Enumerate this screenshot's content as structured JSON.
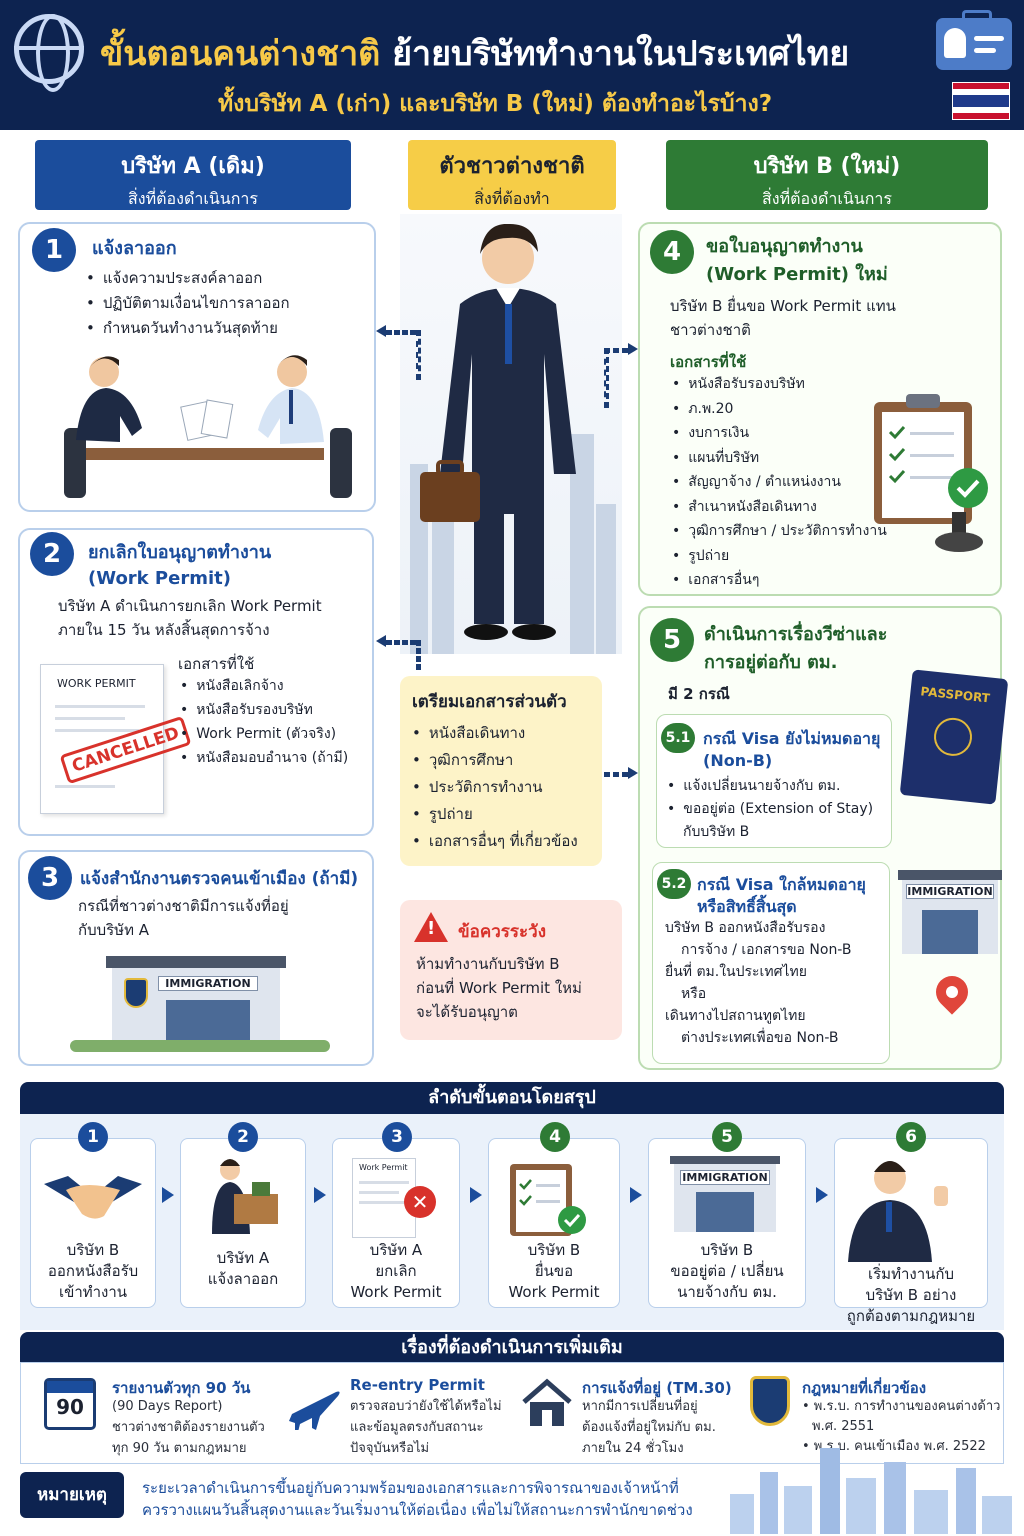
{
  "header": {
    "title_part1": "ขั้นตอนคนต่างชาติ",
    "title_part2": "ย้ายบริษัททำงานในประเทศไทย",
    "subtitle": "ทั้งบริษัท A (เก่า) และบริษัท B (ใหม่) ต้องทำอะไรบ้าง?",
    "colors": {
      "navy": "#0d2350",
      "yellow": "#f7c948",
      "blue": "#1b4d9c",
      "green": "#2e7b35"
    }
  },
  "columns": {
    "a": {
      "title": "บริษัท A (เดิม)",
      "subtitle": "สิ่งที่ต้องดำเนินการ"
    },
    "center": {
      "title": "ตัวชาวต่างชาติ",
      "subtitle": "สิ่งที่ต้องทำ"
    },
    "b": {
      "title": "บริษัท B (ใหม่)",
      "subtitle": "สิ่งที่ต้องดำเนินการ"
    }
  },
  "step1": {
    "num": "1",
    "title": "แจ้งลาออก",
    "items": [
      "แจ้งความประสงค์ลาออก",
      "ปฏิบัติตามเงื่อนไขการลาออก",
      "กำหนดวันทำงานวันสุดท้าย"
    ]
  },
  "step2": {
    "num": "2",
    "title_line1": "ยกเลิกใบอนุญาตทำงาน",
    "title_line2": "(Work Permit)",
    "desc_line1": "บริษัท A ดำเนินการยกเลิก Work Permit",
    "desc_line2": "ภายใน 15 วัน หลังสิ้นสุดการจ้าง",
    "docs_title": "เอกสารที่ใช้",
    "docs": [
      "หนังสือเลิกจ้าง",
      "หนังสือรับรองบริษัท",
      "Work Permit (ตัวจริง)",
      "หนังสือมอบอำนาจ (ถ้ามี)"
    ],
    "doc_label": "WORK PERMIT",
    "stamp": "CANCELLED"
  },
  "step3": {
    "num": "3",
    "title": "แจ้งสำนักงานตรวจคนเข้าเมือง (ถ้ามี)",
    "desc_line1": "กรณีที่ชาวต่างชาติมีการแจ้งที่อยู่",
    "desc_line2": "กับบริษัท A",
    "building_sign": "IMMIGRATION"
  },
  "step4": {
    "num": "4",
    "title_line1": "ขอใบอนุญาตทำงาน",
    "title_line2": "(Work Permit) ใหม่",
    "desc_line1": "บริษัท B ยื่นขอ Work Permit แทน",
    "desc_line2": "ชาวต่างชาติ",
    "docs_title": "เอกสารที่ใช้",
    "docs": [
      "หนังสือรับรองบริษัท",
      "ภ.พ.20",
      "งบการเงิน",
      "แผนที่บริษัท",
      "สัญญาจ้าง / ตำแหน่งงาน",
      "สำเนาหนังสือเดินทาง",
      "วุฒิการศึกษา / ประวัติการทำงาน",
      "รูปถ่าย",
      "เอกสารอื่นๆ"
    ]
  },
  "step5": {
    "num": "5",
    "title_line1": "ดำเนินการเรื่องวีซ่าและ",
    "title_line2": "การอยู่ต่อกับ ตม.",
    "cases": "มี 2 กรณี",
    "passport_label": "PASSPORT",
    "case1": {
      "num": "5.1",
      "title_line1": "กรณี Visa ยังไม่หมดอายุ",
      "title_line2": "(Non-B)",
      "items": [
        "แจ้งเปลี่ยนนายจ้างกับ ตม.",
        "ขออยู่ต่อ (Extension of Stay)"
      ],
      "item2_cont": "กับบริษัท B"
    },
    "case2": {
      "num": "5.2",
      "title_line1": "กรณี Visa ใกล้หมดอายุ",
      "title_line2": "หรือสิทธิ์สิ้นสุด",
      "lines": [
        "บริษัท B ออกหนังสือรับรอง",
        "การจ้าง / เอกสารขอ Non-B",
        "ยื่นที่ ตม.ในประเทศไทย",
        "หรือ",
        "เดินทางไปสถานทูตไทย",
        "ต่างประเทศเพื่อขอ Non-B"
      ],
      "building_sign": "IMMIGRATION"
    }
  },
  "prep": {
    "title": "เตรียมเอกสารส่วนตัว",
    "items": [
      "หนังสือเดินทาง",
      "วุฒิการศึกษา",
      "ประวัติการทำงาน",
      "รูปถ่าย",
      "เอกสารอื่นๆ ที่เกี่ยวข้อง"
    ]
  },
  "warning": {
    "title": "ข้อควรระวัง",
    "lines": [
      "ห้ามทำงานกับบริษัท B",
      "ก่อนที่ Work Permit ใหม่",
      "จะได้รับอนุญาต"
    ]
  },
  "summary": {
    "title": "ลำดับขั้นตอนโดยสรุป",
    "steps": [
      {
        "num": "1",
        "lines": [
          "บริษัท B",
          "ออกหนังสือรับ",
          "เข้าทำงาน"
        ]
      },
      {
        "num": "2",
        "lines": [
          "บริษัท A",
          "แจ้งลาออก"
        ]
      },
      {
        "num": "3",
        "lines": [
          "บริษัท A",
          "ยกเลิก",
          "Work Permit"
        ],
        "doc_label": "Work Permit"
      },
      {
        "num": "4",
        "lines": [
          "บริษัท B",
          "ยื่นขอ",
          "Work Permit"
        ]
      },
      {
        "num": "5",
        "lines": [
          "บริษัท B",
          "ขออยู่ต่อ / เปลี่ยน",
          "นายจ้างกับ ตม."
        ],
        "sign": "IMMIGRATION"
      },
      {
        "num": "6",
        "lines": [
          "เริ่มทำงานกับ",
          "บริษัท B อย่าง",
          "ถูกต้องตามกฎหมาย"
        ]
      }
    ]
  },
  "additional": {
    "title": "เรื่องที่ต้องดำเนินการเพิ่มเติม",
    "items": [
      {
        "icon": "calendar-icon",
        "badge": "90",
        "title": "รายงานตัวทุก 90 วัน",
        "lines": [
          "(90 Days Report)",
          "ชาวต่างชาติต้องรายงานตัว",
          "ทุก 90 วัน ตามกฎหมาย"
        ]
      },
      {
        "icon": "airplane-icon",
        "title": "Re-entry Permit",
        "lines": [
          "ตรวจสอบว่ายังใช้ได้หรือไม่",
          "และข้อมูลตรงกับสถานะ",
          "ปัจจุบันหรือไม่"
        ]
      },
      {
        "icon": "house-icon",
        "title": "การแจ้งที่อยู่ (TM.30)",
        "lines": [
          "หากมีการเปลี่ยนที่อยู่",
          "ต้องแจ้งที่อยู่ใหม่กับ ตม.",
          "ภายใน 24 ชั่วโมง"
        ]
      },
      {
        "icon": "police-badge-icon",
        "title": "กฎหมายที่เกี่ยวข้อง",
        "lines": [
          "• พ.ร.บ. การทำงานของคนต่างด้าว",
          "พ.ศ. 2551",
          "• พ.ร.บ. คนเข้าเมือง พ.ศ. 2522"
        ]
      }
    ]
  },
  "note": {
    "label": "หมายเหตุ",
    "line1": "ระยะเวลาดำเนินการขึ้นอยู่กับความพร้อมของเอกสารและการพิจารณาของเจ้าหน้าที่",
    "line2": "ควรวางแผนวันสิ้นสุดงานและวันเริ่มงานให้ต่อเนื่อง เพื่อไม่ให้สถานะการพำนักขาดช่วง"
  }
}
